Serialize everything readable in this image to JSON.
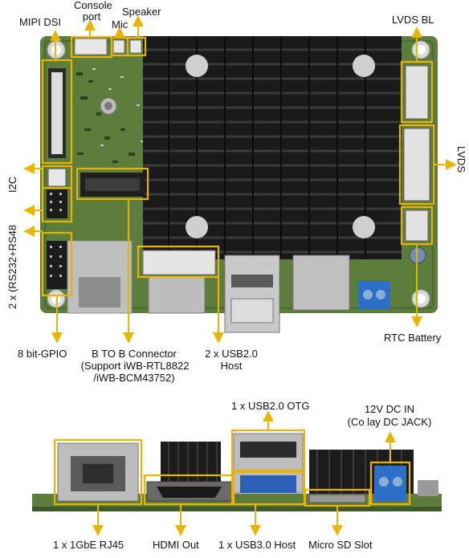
{
  "top_labels": {
    "mipi_dsi": "MIPI DSI",
    "console_port_line1": "Console",
    "console_port_line2": "port",
    "speaker": "Speaker",
    "mic": "Mic",
    "lvds_bl": "LVDS BL",
    "lvds": "LVDS",
    "i2c": "I2C",
    "rs232_rs485": "2 x (RS232+RS48",
    "rtc_battery": "RTC Battery",
    "gpio": "8 bit-GPIO",
    "btob_line1": "B TO B Connector",
    "btob_line2": "(Support iWB-RTL8822",
    "btob_line3": "/iWB-BCM43752)",
    "usb20_host_line1": "2 x USB2.0",
    "usb20_host_line2": "Host"
  },
  "bottom_labels": {
    "usb_otg": "1 x USB2.0 OTG",
    "dc_in_line1": "12V DC IN",
    "dc_in_line2": "(Co lay DC JACK)",
    "rj45": "1 x 1GbE RJ45",
    "hdmi": "HDMI Out",
    "usb30": "1 x USB3.0 Host",
    "microsd": "Micro SD Slot"
  },
  "colors": {
    "callout": "#e8b400",
    "pcb": "#5a7a3a",
    "heatsink": "#151515"
  }
}
